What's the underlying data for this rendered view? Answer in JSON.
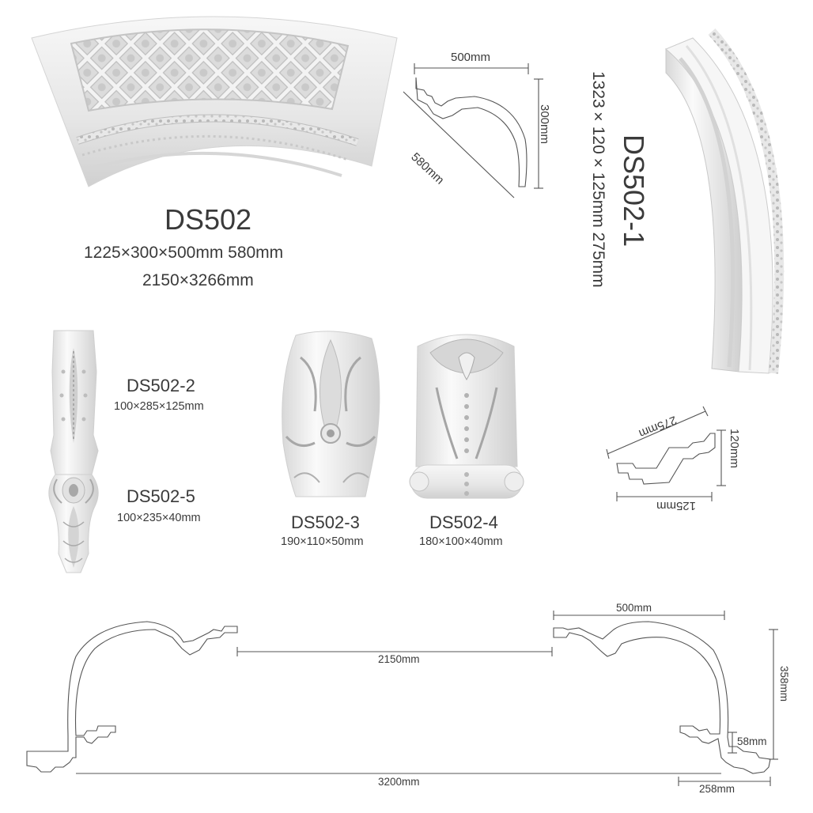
{
  "ds502": {
    "name": "DS502",
    "size_line1": "1225×300×500mm  580mm",
    "size_line2": "2150×3266mm",
    "profile": {
      "width": "500mm",
      "height": "300mm",
      "diagonal": "580mm"
    }
  },
  "ds502_1": {
    "name": "DS502-1",
    "size": "1323×120×125mm  275mm",
    "profile": {
      "top": "275mm",
      "height": "120mm",
      "bottom": "125mm"
    }
  },
  "ds502_2": {
    "name": "DS502-2",
    "size": "100×285×125mm"
  },
  "ds502_5": {
    "name": "DS502-5",
    "size": "100×235×40mm"
  },
  "ds502_3": {
    "name": "DS502-3",
    "size": "190×110×50mm"
  },
  "ds502_4": {
    "name": "DS502-4",
    "size": "180×100×40mm"
  },
  "section": {
    "top_width": "500mm",
    "inner_span": "2150mm",
    "total_width": "3200mm",
    "total_height": "358mm",
    "step": "58mm",
    "base_width": "258mm"
  },
  "colors": {
    "line": "#555555",
    "plaster": "#f4f4f4",
    "plaster_shadow": "#c8c8c8",
    "ornament": "#9a9a9a"
  }
}
